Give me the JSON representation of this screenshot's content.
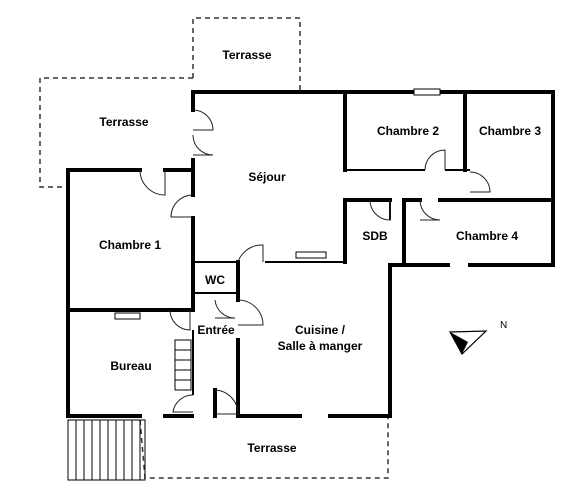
{
  "rooms": {
    "terrasse_top": "Terrasse",
    "terrasse_left": "Terrasse",
    "terrasse_bottom": "Terrasse",
    "sejour": "Séjour",
    "chambre1": "Chambre 1",
    "chambre2": "Chambre 2",
    "chambre3": "Chambre 3",
    "chambre4": "Chambre 4",
    "sdb": "SDB",
    "wc": "WC",
    "entree": "Entrée",
    "bureau": "Bureau",
    "cuisine_line1": "Cuisine /",
    "cuisine_line2": "Salle à manger"
  },
  "compass": {
    "label": "N",
    "icon": "north-arrow-icon"
  }
}
